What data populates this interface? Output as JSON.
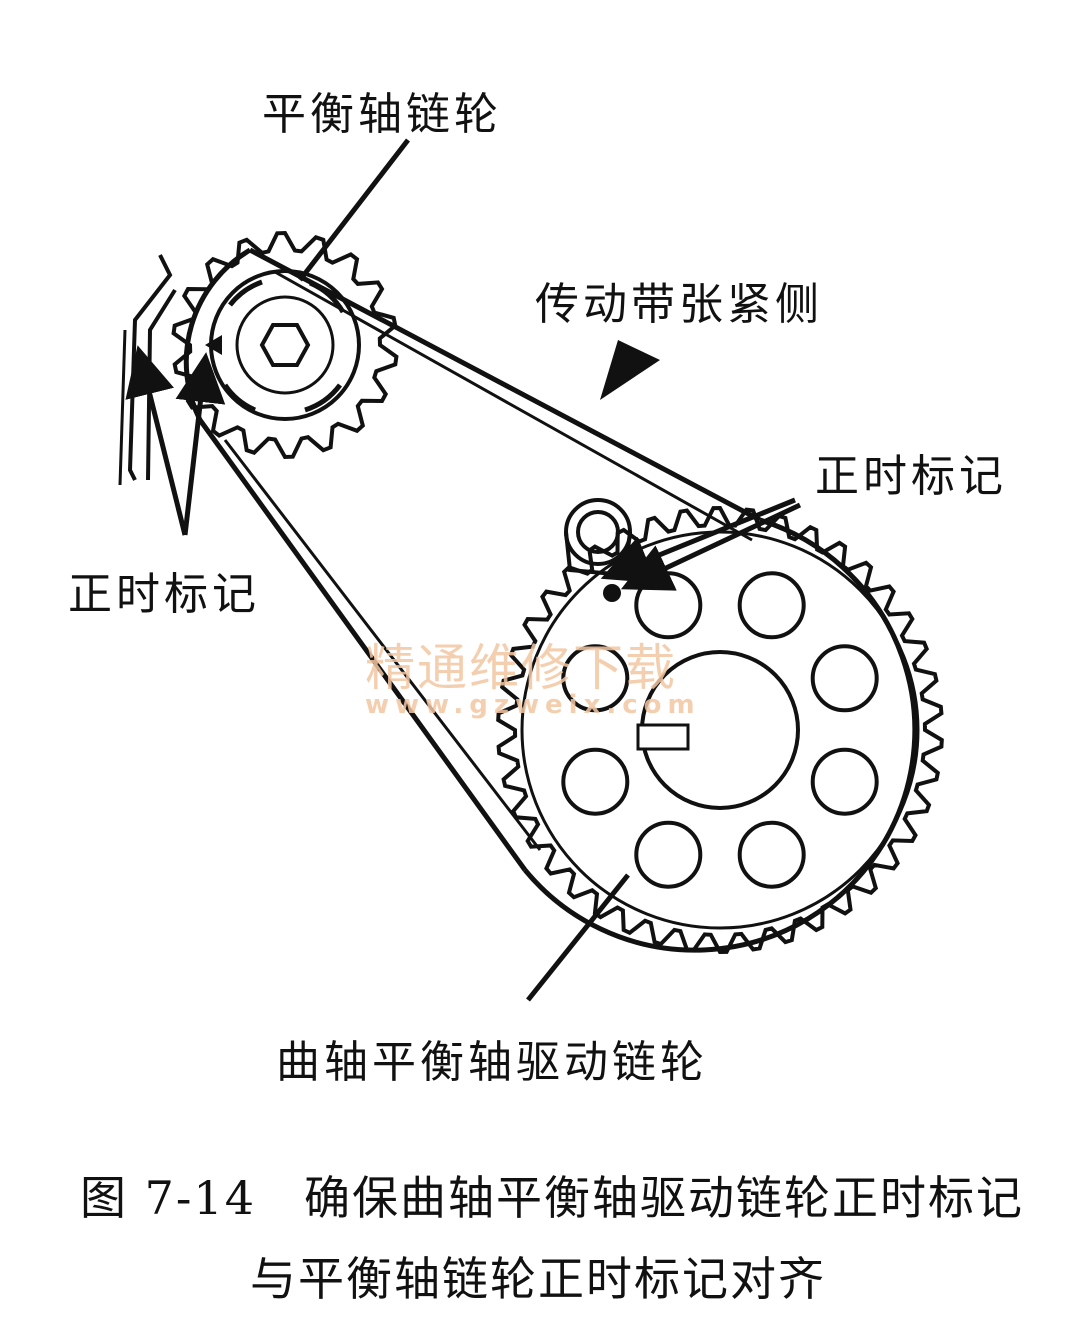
{
  "labels": {
    "balance_sprocket": "平衡轴链轮",
    "tension_side": "传动带张紧侧",
    "timing_mark_right": "正时标记",
    "timing_mark_left": "正时标记",
    "crank_sprocket": "曲轴平衡轴驱动链轮"
  },
  "watermark": {
    "text": "精通维修下载",
    "url": "www.gzweix.com"
  },
  "caption": {
    "line1": "图 7-14　确保曲轴平衡轴驱动链轮正时标记",
    "line2": "与平衡轴链轮正时标记对齐"
  },
  "colors": {
    "ink": "#111111",
    "watermark": "#f3c7a2"
  }
}
